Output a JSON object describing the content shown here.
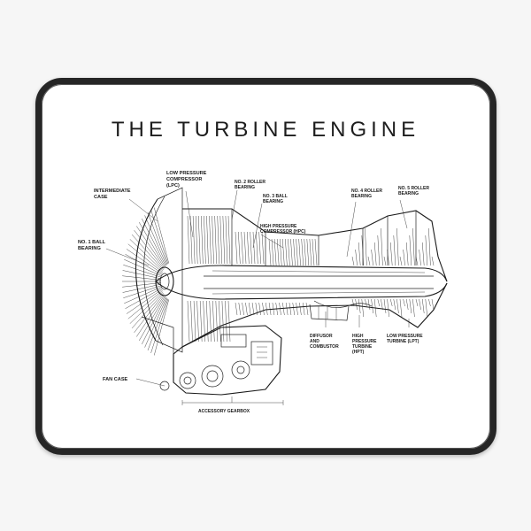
{
  "title": "THE TURBINE ENGINE",
  "labels": {
    "lpc": [
      "LOW PRESSURE",
      "COMPRESSOR",
      "(LPC)"
    ],
    "intermediate_case": [
      "INTERMEDIATE",
      "CASE"
    ],
    "no2_roller": [
      "NO. 2 ROLLER",
      "BEARING"
    ],
    "no3_ball": [
      "NO. 3 BALL",
      "BEARING"
    ],
    "hpc": [
      "HIGH PRESSURE",
      "COMPRESSOR (HPC)"
    ],
    "no4_roller": [
      "NO. 4 ROLLER",
      "BEARING"
    ],
    "no5_roller": [
      "NO. 5 ROLLER",
      "BEARING"
    ],
    "no1_ball": [
      "NO. 1 BALL",
      "BEARING"
    ],
    "diffusor": [
      "DIFFUSOR",
      "AND",
      "COMBUSTOR"
    ],
    "hpt": [
      "HIGH",
      "PRESSURE",
      "TURBINE",
      "(HPT)"
    ],
    "lpt": [
      "LOW PRESSURE",
      "TURBINE (LPT)"
    ],
    "fan_case": "FAN CASE",
    "gearbox": "ACCESSORY GEARBOX"
  },
  "colors": {
    "mat_border": "#262626",
    "ink": "#1a1a1a",
    "mat": "#ffffff"
  }
}
